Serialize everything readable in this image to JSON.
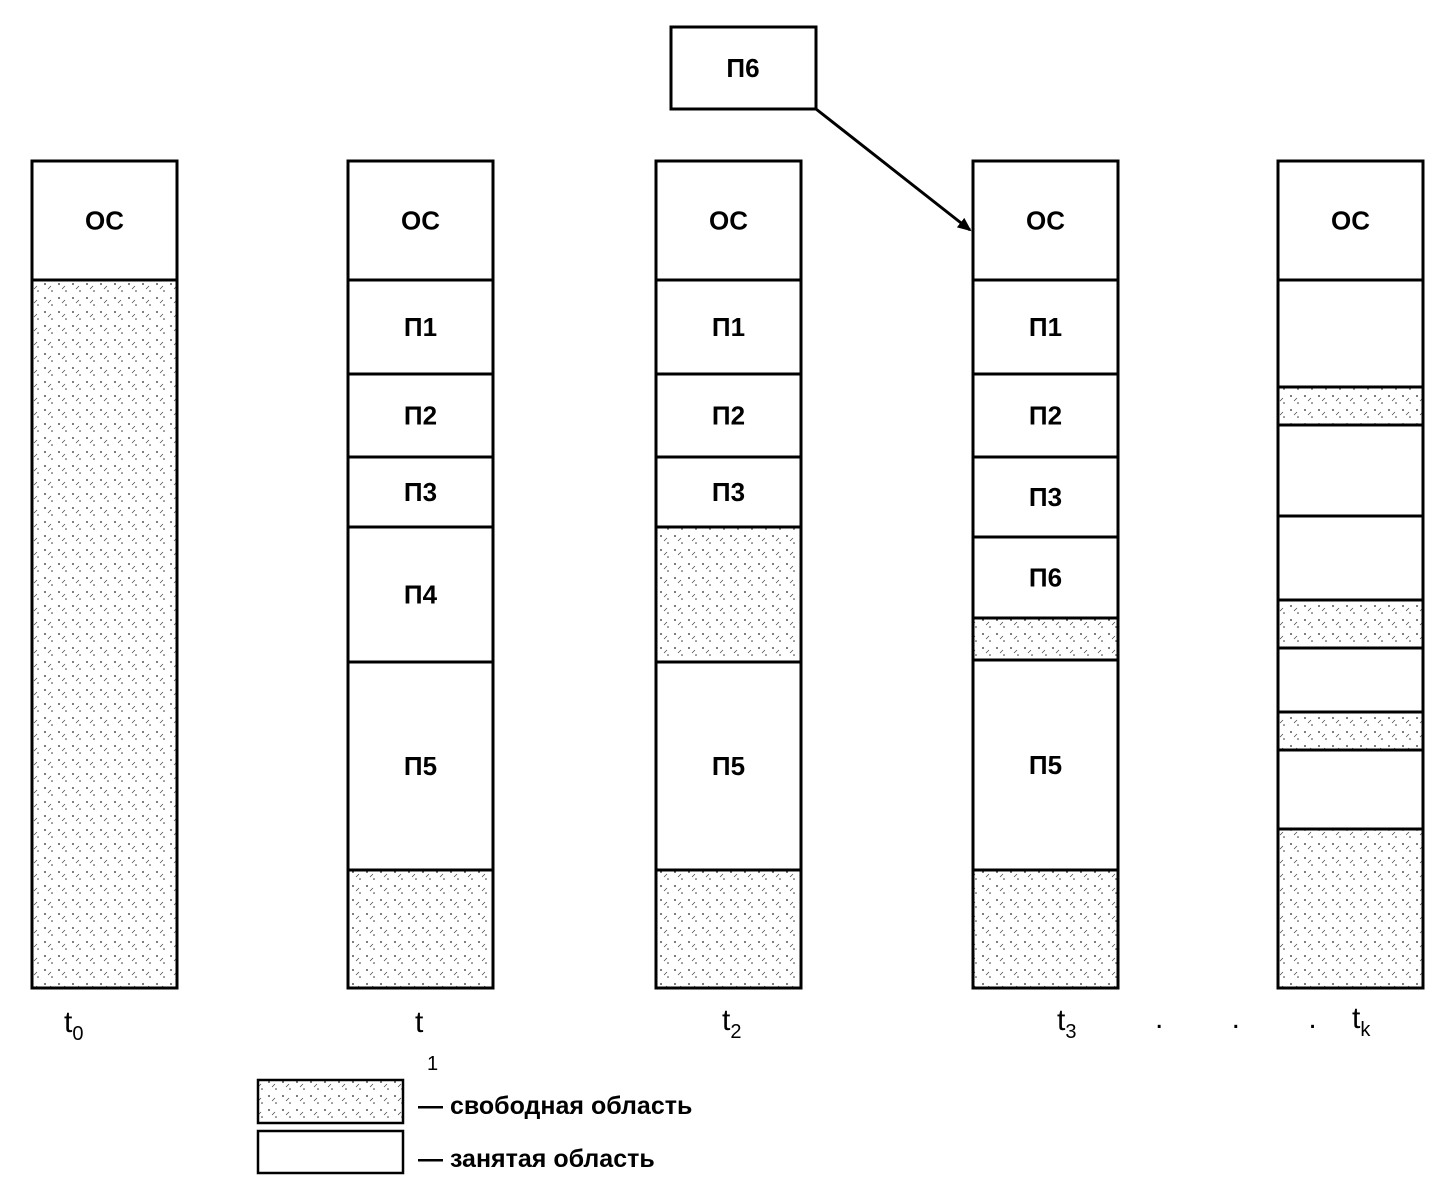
{
  "incoming_program": {
    "label": "П6"
  },
  "columns": [
    {
      "time_main": "t",
      "time_sub": "0",
      "segments": [
        {
          "label": "ОС",
          "free": false
        },
        {
          "label": "",
          "free": true
        }
      ]
    },
    {
      "time_main": "t",
      "time_sub": "1",
      "segments": [
        {
          "label": "ОС",
          "free": false
        },
        {
          "label": "П1",
          "free": false
        },
        {
          "label": "П2",
          "free": false
        },
        {
          "label": "П3",
          "free": false
        },
        {
          "label": "П4",
          "free": false
        },
        {
          "label": "П5",
          "free": false
        },
        {
          "label": "",
          "free": true
        }
      ]
    },
    {
      "time_main": "t",
      "time_sub": "2",
      "segments": [
        {
          "label": "ОС",
          "free": false
        },
        {
          "label": "П1",
          "free": false
        },
        {
          "label": "П2",
          "free": false
        },
        {
          "label": "П3",
          "free": false
        },
        {
          "label": "",
          "free": true
        },
        {
          "label": "П5",
          "free": false
        },
        {
          "label": "",
          "free": true
        }
      ]
    },
    {
      "time_main": "t",
      "time_sub": "3",
      "segments": [
        {
          "label": "ОС",
          "free": false
        },
        {
          "label": "П1",
          "free": false
        },
        {
          "label": "П2",
          "free": false
        },
        {
          "label": "П3",
          "free": false
        },
        {
          "label": "П6",
          "free": false
        },
        {
          "label": "",
          "free": true
        },
        {
          "label": "П5",
          "free": false
        },
        {
          "label": "",
          "free": true
        }
      ]
    },
    {
      "time_main": "t",
      "time_sub": "k",
      "segments": [
        {
          "label": "ОС",
          "free": false
        },
        {
          "label": "",
          "free": false
        },
        {
          "label": "",
          "free": true
        },
        {
          "label": "",
          "free": false
        },
        {
          "label": "",
          "free": false
        },
        {
          "label": "",
          "free": true
        },
        {
          "label": "",
          "free": false
        },
        {
          "label": "",
          "free": true
        },
        {
          "label": "",
          "free": false
        },
        {
          "label": "",
          "free": true
        }
      ]
    }
  ],
  "ellipsis": ". . .",
  "legend": {
    "free_label": "— свободная область",
    "busy_label": "— занятая область"
  }
}
